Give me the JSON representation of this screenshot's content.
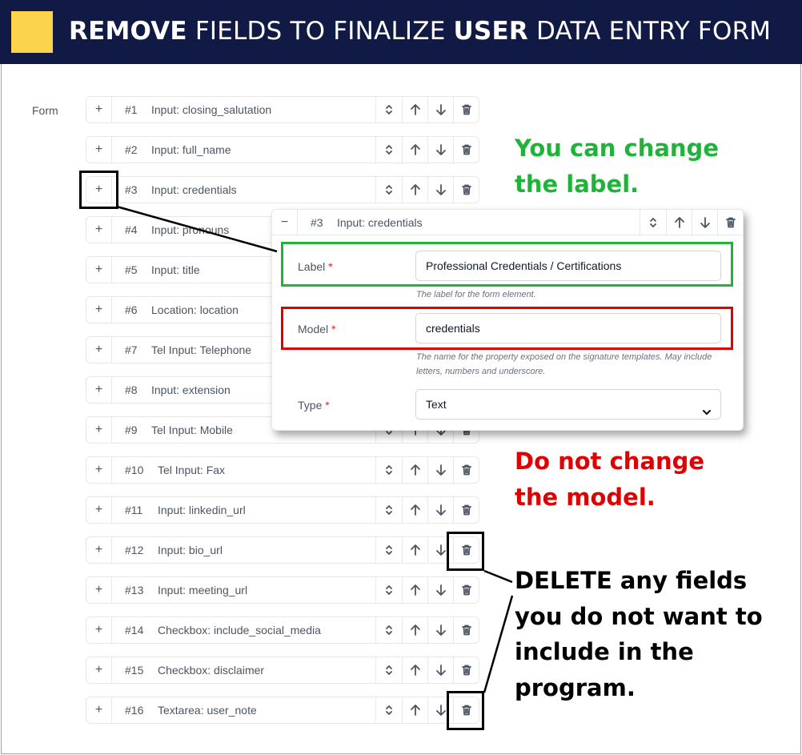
{
  "banner": {
    "title_bold_1": "REMOVE",
    "title_part_1": " FIELDS TO FINALIZE ",
    "title_bold_2": "USER",
    "title_part_2": " DATA ENTRY FORM",
    "accent_color": "#fcd34d",
    "background_color": "#101a44"
  },
  "form": {
    "label": "Form",
    "rows": [
      {
        "num": "#1",
        "name": "Input: closing_salutation"
      },
      {
        "num": "#2",
        "name": "Input: full_name"
      },
      {
        "num": "#3",
        "name": "Input: credentials"
      },
      {
        "num": "#4",
        "name": "Input: pronouns"
      },
      {
        "num": "#5",
        "name": "Input: title"
      },
      {
        "num": "#6",
        "name": "Location: location"
      },
      {
        "num": "#7",
        "name": "Tel Input: Telephone"
      },
      {
        "num": "#8",
        "name": "Input: extension"
      },
      {
        "num": "#9",
        "name": "Tel Input: Mobile"
      },
      {
        "num": "#10",
        "name": "Tel Input: Fax"
      },
      {
        "num": "#11",
        "name": "Input: linkedin_url"
      },
      {
        "num": "#12",
        "name": "Input: bio_url"
      },
      {
        "num": "#13",
        "name": "Input: meeting_url"
      },
      {
        "num": "#14",
        "name": "Checkbox: include_social_media"
      },
      {
        "num": "#15",
        "name": "Checkbox: disclaimer"
      },
      {
        "num": "#16",
        "name": "Textarea: user_note"
      }
    ],
    "icons": {
      "expand": "plus-icon",
      "reorder": "chevron-up-down-icon",
      "move_up": "arrow-up-icon",
      "move_down": "arrow-down-icon",
      "delete": "trash-icon"
    }
  },
  "panel": {
    "num": "#3",
    "name": "Input: credentials",
    "collapse_icon": "minus-icon",
    "label_field": {
      "label": "Label",
      "required_mark": "*",
      "value": "Professional Credentials / Certifications",
      "help": "The label for the form element."
    },
    "model_field": {
      "label": "Model",
      "required_mark": "*",
      "value": "credentials",
      "help": "The name for the property exposed on the signature templates. May include letters, numbers and underscore."
    },
    "type_field": {
      "label": "Type",
      "required_mark": "*",
      "value": "Text"
    }
  },
  "annotations": {
    "label_note_1": "You can change",
    "label_note_2": "the label.",
    "model_note_1": "Do not change",
    "model_note_2": "the model.",
    "delete_note_1": "DELETE any fields",
    "delete_note_2": "you do not want to",
    "delete_note_3": "include in the",
    "delete_note_4": "program.",
    "green_color": "#1fb33a",
    "red_color": "#e00000"
  }
}
